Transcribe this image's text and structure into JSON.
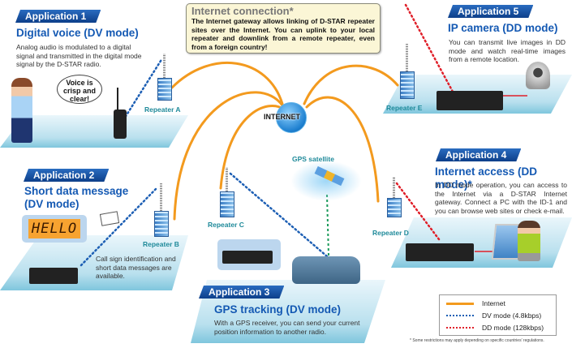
{
  "internet_box": {
    "title": "Internet connection*",
    "text": "The Internet gateway allows linking of D-STAR repeater sites over the Internet. You can uplink to your local repeater and downlink from a remote repeater, even from a foreign country!"
  },
  "hub": {
    "label": "INTERNET"
  },
  "applications": [
    {
      "tag": "Application 1",
      "title": "Digital voice (DV mode)",
      "desc": "Analog audio is modulated to a digital signal and transmitted in the digital mode signal by the D-STAR radio.",
      "bubble": "Voice is crisp and clear!"
    },
    {
      "tag": "Application 2",
      "title_line1": "Short data message",
      "title_line2": "(DV mode)",
      "lcd": "HELLO",
      "desc": "Call sign identification and short data messages are available."
    },
    {
      "tag": "Application 3",
      "title": "GPS tracking (DV mode)",
      "desc": "With a GPS receiver, you can send your current position information to another radio."
    },
    {
      "tag": "Application 4",
      "title": "Internet access (DD mode)*",
      "desc": "In DD mode operation, you can access to the Internet via a D-STAR Internet gateway. Connect a PC with the ID-1 and you can browse web sites or check e-mail."
    },
    {
      "tag": "Application 5",
      "title": "IP camera (DD mode)",
      "desc": "You can transmit live images in DD mode and watch real-time images from a remote location."
    }
  ],
  "repeaters": [
    "Repeater A",
    "Repeater B",
    "Repeater C",
    "Repeater D",
    "Repeater E"
  ],
  "gps_satellite": "GPS satellite",
  "legend": [
    {
      "label": "Internet",
      "color": "#f39a1e",
      "style": "solid"
    },
    {
      "label": "DV mode (4.8kbps)",
      "color": "#1d5fb4",
      "style": "dotted"
    },
    {
      "label": "DD mode (128kbps)",
      "color": "#e0202a",
      "style": "dotted"
    }
  ],
  "footnote": "* Some restrictions may apply depending on specific countries' regulations.",
  "colors": {
    "internet": "#f39a1e",
    "dv": "#1d5fb4",
    "dd": "#e0202a",
    "gps": "#1a9a5a",
    "accent": "#1459b3"
  }
}
